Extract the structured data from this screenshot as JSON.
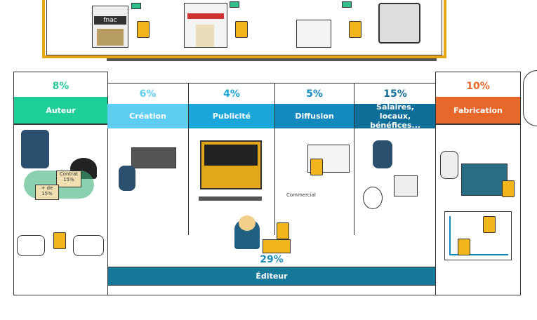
{
  "top_scene": {
    "store_sign": "fnac"
  },
  "auteur": {
    "percent": "8%",
    "label": "Auteur",
    "contract1": "Contrat 15%",
    "contract2": "+ de 15%"
  },
  "columns": [
    {
      "percent": "6%",
      "label": "Création",
      "color": "#5ecdf2"
    },
    {
      "percent": "4%",
      "label": "Publicité",
      "color": "#1aa6d9"
    },
    {
      "percent": "5%",
      "label": "Diffusion",
      "color": "#1389bd",
      "note": "Commercial"
    },
    {
      "percent": "15%",
      "label": "Salaires, locaux, bénéfices...",
      "color": "#106f98"
    }
  ],
  "editeur": {
    "percent": "29%",
    "label": "Éditeur",
    "color": "#17799a"
  },
  "fabrication": {
    "percent": "10%",
    "label": "Fabrication",
    "color": "#e8672a"
  },
  "colors": {
    "auteur": "#1fcf9a",
    "frame": "#e6a512",
    "auteur_pct": "#2fc99a",
    "fab_pct": "#e8672a"
  }
}
